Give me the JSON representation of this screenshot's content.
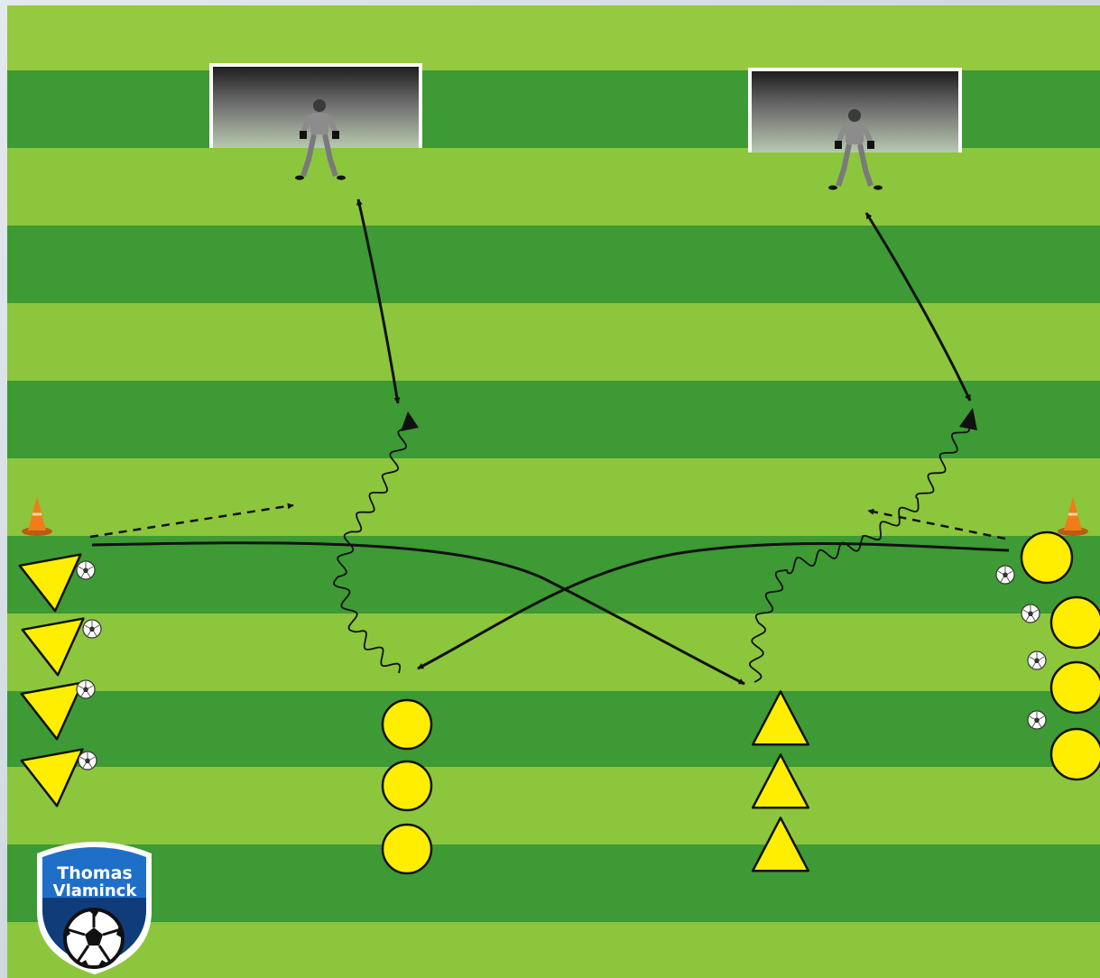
{
  "logo": {
    "line1": "Thomas",
    "line2": "Vlaminck"
  },
  "colors": {
    "grass_light": "#95c93f",
    "grass_dark": "#3d9a34",
    "player_yellow": "#ffee00",
    "cone_orange": "#f07d1a",
    "logo_blue": "#1f6fc8",
    "line": "#111111"
  },
  "icons": [
    "goal-icon",
    "goalkeeper-icon",
    "cone-icon",
    "ball-icon",
    "shield-logo-icon"
  ],
  "players": {
    "triangle_left_count": 4,
    "circle_middle_count": 3,
    "triangle_middle_count": 3,
    "circle_right_count": 4
  }
}
